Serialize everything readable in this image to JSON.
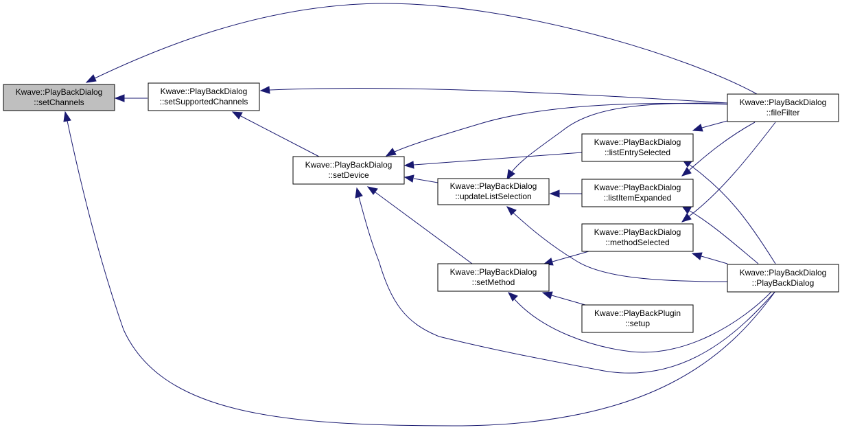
{
  "colors": {
    "edge": "#191970",
    "node_fill": "#ffffff",
    "highlight_fill": "#bfbfbf",
    "border": "#000000"
  },
  "nodes": {
    "setChannels": {
      "line1": "Kwave::PlayBackDialog",
      "line2": "::setChannels"
    },
    "setSupportedChannels": {
      "line1": "Kwave::PlayBackDialog",
      "line2": "::setSupportedChannels"
    },
    "setDevice": {
      "line1": "Kwave::PlayBackDialog",
      "line2": "::setDevice"
    },
    "updateListSelection": {
      "line1": "Kwave::PlayBackDialog",
      "line2": "::updateListSelection"
    },
    "setMethod": {
      "line1": "Kwave::PlayBackDialog",
      "line2": "::setMethod"
    },
    "listEntrySelected": {
      "line1": "Kwave::PlayBackDialog",
      "line2": "::listEntrySelected"
    },
    "listItemExpanded": {
      "line1": "Kwave::PlayBackDialog",
      "line2": "::listItemExpanded"
    },
    "methodSelected": {
      "line1": "Kwave::PlayBackDialog",
      "line2": "::methodSelected"
    },
    "setup": {
      "line1": "Kwave::PlayBackPlugin",
      "line2": "::setup"
    },
    "fileFilter": {
      "line1": "Kwave::PlayBackDialog",
      "line2": "::fileFilter"
    },
    "PlayBackDialog": {
      "line1": "Kwave::PlayBackDialog",
      "line2": "::PlayBackDialog"
    }
  },
  "edges": [
    {
      "from": "setSupportedChannels",
      "to": "setChannels"
    },
    {
      "from": "fileFilter",
      "to": "setChannels"
    },
    {
      "from": "PlayBackDialog",
      "to": "setChannels"
    },
    {
      "from": "fileFilter",
      "to": "setSupportedChannels"
    },
    {
      "from": "setDevice",
      "to": "setSupportedChannels"
    },
    {
      "from": "fileFilter",
      "to": "setDevice"
    },
    {
      "from": "listEntrySelected",
      "to": "setDevice"
    },
    {
      "from": "updateListSelection",
      "to": "setDevice"
    },
    {
      "from": "setMethod",
      "to": "setDevice"
    },
    {
      "from": "PlayBackDialog",
      "to": "setDevice"
    },
    {
      "from": "fileFilter",
      "to": "updateListSelection"
    },
    {
      "from": "listItemExpanded",
      "to": "updateListSelection"
    },
    {
      "from": "PlayBackDialog",
      "to": "updateListSelection"
    },
    {
      "from": "methodSelected",
      "to": "setMethod"
    },
    {
      "from": "setup",
      "to": "setMethod"
    },
    {
      "from": "PlayBackDialog",
      "to": "setMethod"
    },
    {
      "from": "fileFilter",
      "to": "listEntrySelected"
    },
    {
      "from": "PlayBackDialog",
      "to": "listEntrySelected"
    },
    {
      "from": "fileFilter",
      "to": "listItemExpanded"
    },
    {
      "from": "PlayBackDialog",
      "to": "listItemExpanded"
    },
    {
      "from": "fileFilter",
      "to": "methodSelected"
    },
    {
      "from": "PlayBackDialog",
      "to": "methodSelected"
    }
  ]
}
